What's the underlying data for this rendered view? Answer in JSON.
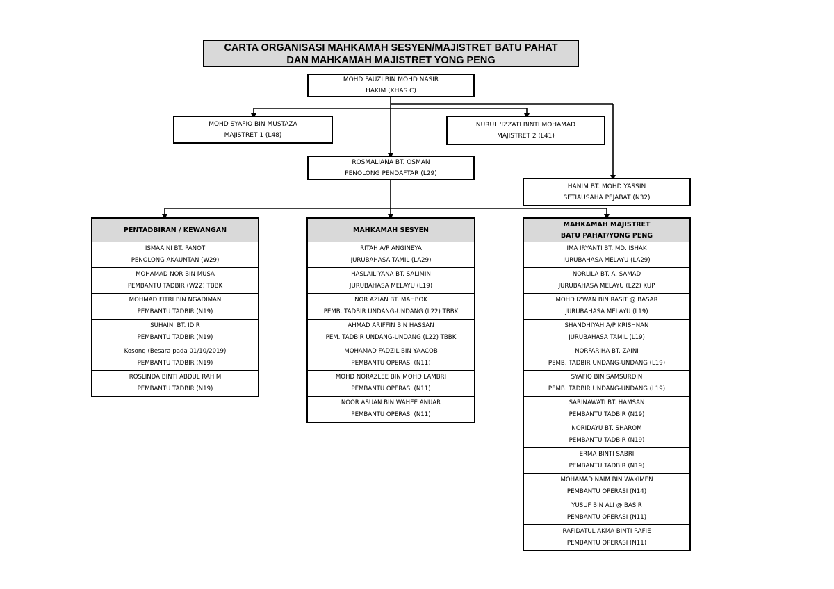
{
  "title": {
    "line1": "CARTA ORGANISASI MAHKAMAH SESYEN/MAJISTRET BATU PAHAT",
    "line2": "DAN MAHKAMAH MAJISTRET YONG PENG"
  },
  "hakim": {
    "name": "MOHD FAUZI BIN MOHD NASIR",
    "role": "HAKIM (KHAS C)"
  },
  "majistret1": {
    "name": "MOHD SYAFIQ BIN MUSTAZA",
    "role": "MAJISTRET 1 (L48)"
  },
  "majistret2": {
    "name": "NURUL 'IZZATI BINTI MOHAMAD",
    "role": "MAJISTRET 2 (L41)"
  },
  "penolong_pendaftar": {
    "name": "ROSMALIANA BT. OSMAN",
    "role": "PENOLONG PENDAFTAR (L29)"
  },
  "setiausaha": {
    "name": "HANIM BT. MOHD YASSIN",
    "role": "SETIAUSAHA PEJABAT (N32)"
  },
  "columns": {
    "pentadbiran": {
      "heading": [
        "PENTADBIRAN / KEWANGAN"
      ],
      "staff": [
        {
          "name": "ISMAAINI BT. PANOT",
          "role": "PENOLONG AKAUNTAN (W29)"
        },
        {
          "name": "MOHAMAD NOR BIN MUSA",
          "role": "PEMBANTU TADBIR (W22) TBBK"
        },
        {
          "name": "MOHMAD FITRI BIN NGADIMAN",
          "role": "PEMBANTU TADBIR (N19)"
        },
        {
          "name": "SUHAINI BT. IDIR",
          "role": "PEMBANTU TADBIR (N19)"
        },
        {
          "name": "Kosong (Besara pada 01/10/2019)",
          "role": "PEMBANTU TADBIR (N19)"
        },
        {
          "name": "ROSLINDA BINTI ABDUL RAHIM",
          "role": "PEMBANTU TADBIR (N19)"
        }
      ]
    },
    "sesyen": {
      "heading": [
        "MAHKAMAH SESYEN"
      ],
      "staff": [
        {
          "name": "RITAH A/P ANGINEYA",
          "role": "JURUBAHASA TAMIL (LA29)"
        },
        {
          "name": "HASLAILIYANA BT. SALIMIN",
          "role": "JURUBAHASA MELAYU (L19)"
        },
        {
          "name": "NOR AZIAN BT. MAHBOK",
          "role": "PEMB. TADBIR UNDANG-UNDANG (L22) TBBK"
        },
        {
          "name": "AHMAD ARIFFIN BIN HASSAN",
          "role": "PEM. TADBIR UNDANG-UNDANG (L22) TBBK"
        },
        {
          "name": "MOHAMAD FADZIL BIN YAACOB",
          "role": "PEMBANTU OPERASI (N11)"
        },
        {
          "name": "MOHD NORAZLEE BIN MOHD LAMBRI",
          "role": "PEMBANTU OPERASI (N11)"
        },
        {
          "name": "NOOR ASUAN BIN WAHEE ANUAR",
          "role": "PEMBANTU OPERASI (N11)"
        }
      ]
    },
    "majistret": {
      "heading": [
        "MAHKAMAH MAJISTRET",
        "BATU PAHAT/YONG PENG"
      ],
      "staff": [
        {
          "name": "IMA IRYANTI BT. MD. ISHAK",
          "role": "JURUBAHASA MELAYU (LA29)"
        },
        {
          "name": "NORLILA BT. A. SAMAD",
          "role": "JURUBAHASA MELAYU (L22) KUP"
        },
        {
          "name": "MOHD IZWAN BIN RASIT @ BASAR",
          "role": "JURUBAHASA MELAYU (L19)"
        },
        {
          "name": "SHANDHIYAH A/P KRISHNAN",
          "role": "JURUBAHASA TAMIL (L19)"
        },
        {
          "name": "NORFARIHA BT. ZAINI",
          "role": "PEMB. TADBIR UNDANG-UNDANG (L19)"
        },
        {
          "name": "SYAFIQ BIN SAMSURDIN",
          "role": "PEMB. TADBIR UNDANG-UNDANG (L19)"
        },
        {
          "name": "SARINAWATI BT. HAMSAN",
          "role": "PEMBANTU TADBIR (N19)"
        },
        {
          "name": "NORIDAYU BT. SHAROM",
          "role": "PEMBANTU TADBIR (N19)"
        },
        {
          "name": "ERMA BINTI SABRI",
          "role": "PEMBANTU TADBIR (N19)"
        },
        {
          "name": "MOHAMAD NAIM BIN WAKIMEN",
          "role": "PEMBANTU OPERASI (N14)"
        },
        {
          "name": "YUSUF BIN ALI @ BASIR",
          "role": "PEMBANTU OPERASI (N11)"
        },
        {
          "name": "RAFIDATUL AKMA BINTI RAFIE",
          "role": "PEMBANTU OPERASI (N11)"
        }
      ]
    }
  }
}
